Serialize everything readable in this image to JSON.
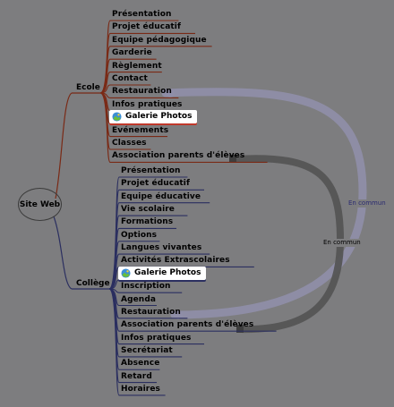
{
  "root": "Site Web",
  "ecole": {
    "title": "Ecole",
    "items": [
      "Présentation",
      "Projet éducatif",
      "Equipe pédagogique",
      "Garderie",
      "Règlement",
      "Contact",
      "Restauration",
      "Infos pratiques",
      "Galerie Photos",
      "Evénements",
      "Classes",
      "Association parents d'élèves"
    ]
  },
  "college": {
    "title": "Collège",
    "items": [
      "Présentation",
      "Projet éducatif",
      "Equipe éducative",
      "Vie scolaire",
      "Formations",
      "Options",
      "Langues vivantes",
      "Activités Extrascolaires",
      "Galerie Photos",
      "Inscription",
      "Agenda",
      "Restauration",
      "Association parents d'élèves",
      "Infos pratiques",
      "Secrétariat",
      "Absence",
      "Retard",
      "Horaires"
    ]
  },
  "connections": {
    "restauration_label": "En commun",
    "association_label": "En commun"
  },
  "colors": {
    "background": "#7d7d7f",
    "ecole_branch": "#7a2a16",
    "college_branch": "#2b2f60",
    "restauration_link": "#8f8ea8",
    "association_link": "#555555",
    "restauration_label_color": "#2a2a70",
    "association_label_color": "#000000"
  },
  "icons": {
    "galerie": "photo-gallery-icon"
  }
}
